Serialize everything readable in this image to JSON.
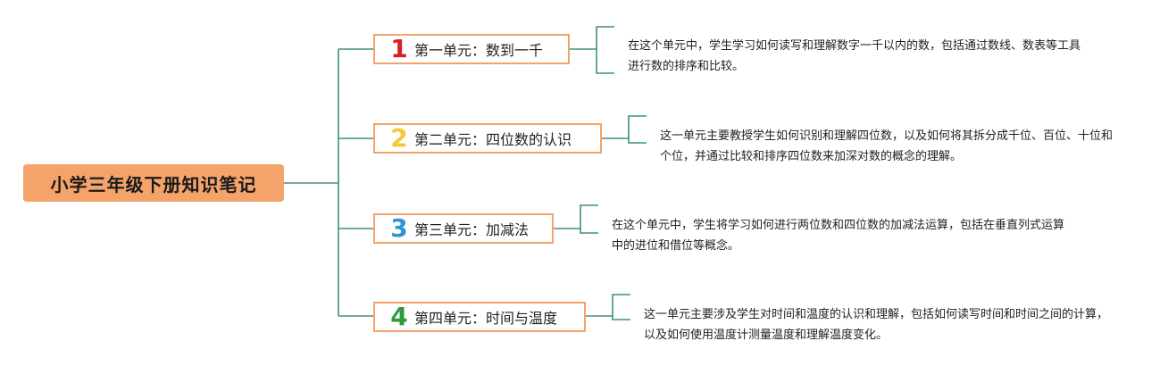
{
  "colors": {
    "connector": "#3f8f80",
    "root_fill": "#f4a36b",
    "box_border": "#f4a36b",
    "num1": "#d81e2a",
    "num2": "#f1c93a",
    "num3": "#2f93d6",
    "num4": "#2e9b3a"
  },
  "root": {
    "title": "小学三年级下册知识笔记"
  },
  "units": [
    {
      "number": "1",
      "label": "第一单元：数到一千",
      "description": "在这个单元中，学生学习如何读写和理解数字一千以内的数，包括通过数线、数表等工具进行数的排序和比较。"
    },
    {
      "number": "2",
      "label": "第二单元：四位数的认识",
      "description": "这一单元主要教授学生如何识别和理解四位数，以及如何将其拆分成千位、百位、十位和个位，并通过比较和排序四位数来加深对数的概念的理解。"
    },
    {
      "number": "3",
      "label": "第三单元：加减法",
      "description": "在这个单元中，学生将学习如何进行两位数和四位数的加减法运算，包括在垂直列式运算中的进位和借位等概念。"
    },
    {
      "number": "4",
      "label": "第四单元：时间与温度",
      "description": "这一单元主要涉及学生对时间和温度的认识和理解，包括如何读写时间和时间之间的计算，以及如何使用温度计测量温度和理解温度变化。"
    }
  ]
}
